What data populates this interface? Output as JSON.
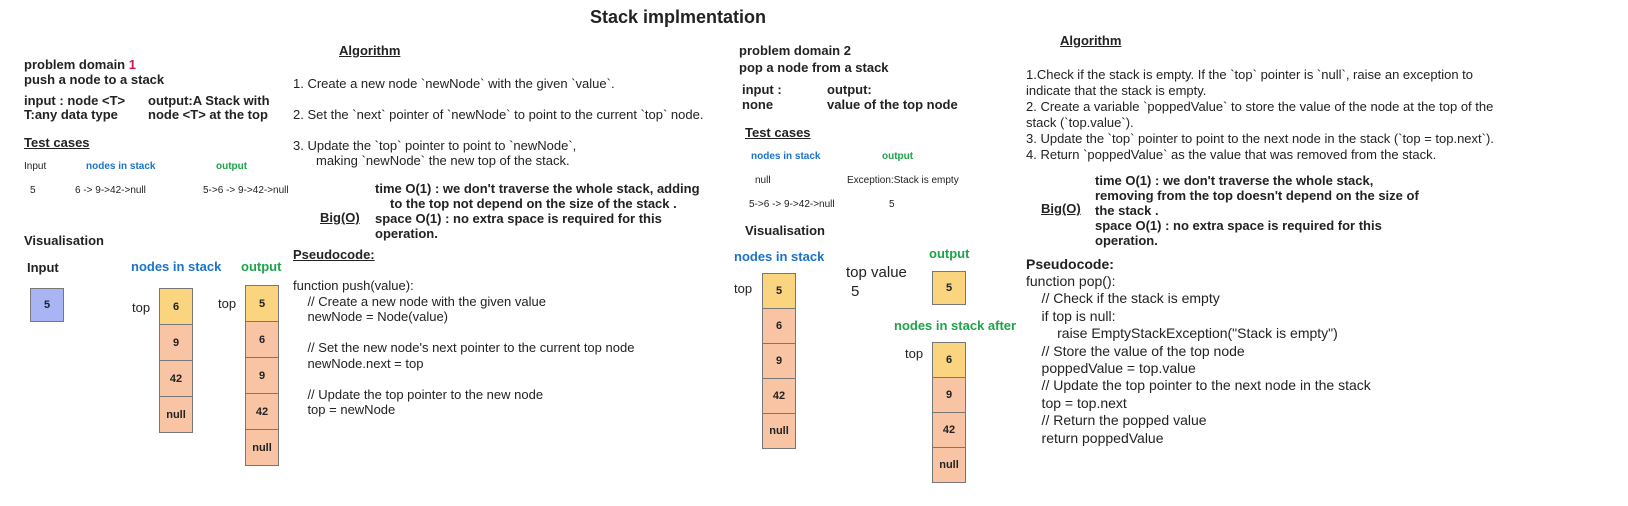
{
  "title": "Stack implmentation",
  "left": {
    "problem_domain_prefix": "problem domain ",
    "problem_domain_number": "1",
    "problem_subtitle": "push a node to a stack",
    "input_label": "input : node <T>",
    "input_type": "T:any data type",
    "output_label": "output:A  Stack with",
    "output_desc": "node <T> at the top",
    "test_cases_heading": "Test cases",
    "tc_headers": {
      "input": "Input",
      "nodes": "nodes in stack",
      "output": "output"
    },
    "tc_row": {
      "input": "5",
      "nodes": "6 -> 9->42->null",
      "output": "5->6 -> 9->42->null"
    },
    "visualisation_heading": "Visualisation",
    "vis_input_label": "Input",
    "vis_nodes_label": "nodes in stack",
    "vis_output_label": "output",
    "top_label": "top",
    "input_node": "5",
    "nodes_in_stack": [
      "6",
      "9",
      "42",
      "null"
    ],
    "output_nodes": [
      "5",
      "6",
      "9",
      "42",
      "null"
    ],
    "algorithm_heading": "Algorithm",
    "algorithm_steps": [
      "1. Create a new node `newNode` with the given `value`.",
      "2. Set the `next` pointer of `newNode` to point to the current `top` node.",
      "3. Update the `top` pointer to point to `newNode`,"
    ],
    "algorithm_step3_cont": "making `newNode` the new top of the stack.",
    "bigo_label": "Big(O)",
    "bigo_lines": [
      "time O(1) : we don't traverse the whole stack, adding",
      "to the top not depend on the size of the stack .",
      "space O(1) : no extra space is required for this",
      "operation."
    ],
    "pseudocode_heading": "Pseudocode:",
    "pseudocode_lines": [
      "function push(value):",
      "    // Create a new node with the given value",
      "    newNode = Node(value)",
      "",
      "    // Set the new node's next pointer to the current top node",
      "    newNode.next = top",
      "",
      "    // Update the top pointer to the new node",
      "    top = newNode"
    ]
  },
  "right": {
    "problem_domain": "problem domain 2",
    "problem_subtitle": "pop a node from a stack",
    "input_label": "input :",
    "input_value": "none",
    "output_label": "output:",
    "output_value": "value of the top node",
    "test_cases_heading": "Test cases",
    "tc_headers": {
      "nodes": "nodes in stack",
      "output": "output"
    },
    "tc_rows": [
      {
        "nodes": "null",
        "output": "Exception:Stack is empty"
      },
      {
        "nodes": "5->6 -> 9->42->null",
        "output": "5"
      }
    ],
    "visualisation_heading": "Visualisation",
    "vis_nodes_label": "nodes in stack",
    "vis_output_label": "output",
    "top_value_label": "top value",
    "top_value": "5",
    "top_label": "top",
    "nodes_in_stack": [
      "5",
      "6",
      "9",
      "42",
      "null"
    ],
    "output_node": "5",
    "nodes_after_label": "nodes in stack after",
    "nodes_after": [
      "6",
      "9",
      "42",
      "null"
    ],
    "algorithm_heading": "Algorithm",
    "algorithm_lines": [
      "1.Check if the stack is empty. If the `top` pointer is `null`, raise an exception to",
      "indicate that the stack is empty.",
      "2. Create a variable `poppedValue` to store the value of the node at the top of the",
      "stack (`top.value`).",
      "3. Update the `top` pointer to point to the next node in the stack (`top = top.next`).",
      "4. Return `poppedValue` as the value that was removed from the stack."
    ],
    "bigo_label": "Big(O)",
    "bigo_lines": [
      "time O(1) : we don't traverse the whole stack,",
      "removing from the top doesn't depend on the size of",
      "the stack .",
      "space O(1) : no extra space is required for this",
      "operation."
    ],
    "pseudocode_heading": "Pseudocode:",
    "pseudocode_lines": [
      "function pop():",
      "    // Check if the stack is empty",
      "    if top is null:",
      "        raise EmptyStackException(\"Stack is empty\")",
      "    // Store the value of the top node",
      "    poppedValue = top.value",
      "    // Update the top pointer to the next node in the stack",
      "    top = top.next",
      "    // Return the popped value",
      "    return poppedValue"
    ]
  },
  "colors": {
    "top_node": "#fad47e",
    "stack_node": "#f8c4a4",
    "input_node": "#a8b4f4",
    "blue_label": "#1a73c9",
    "green_label": "#1fa24a",
    "accent_red": "#d4145a"
  }
}
